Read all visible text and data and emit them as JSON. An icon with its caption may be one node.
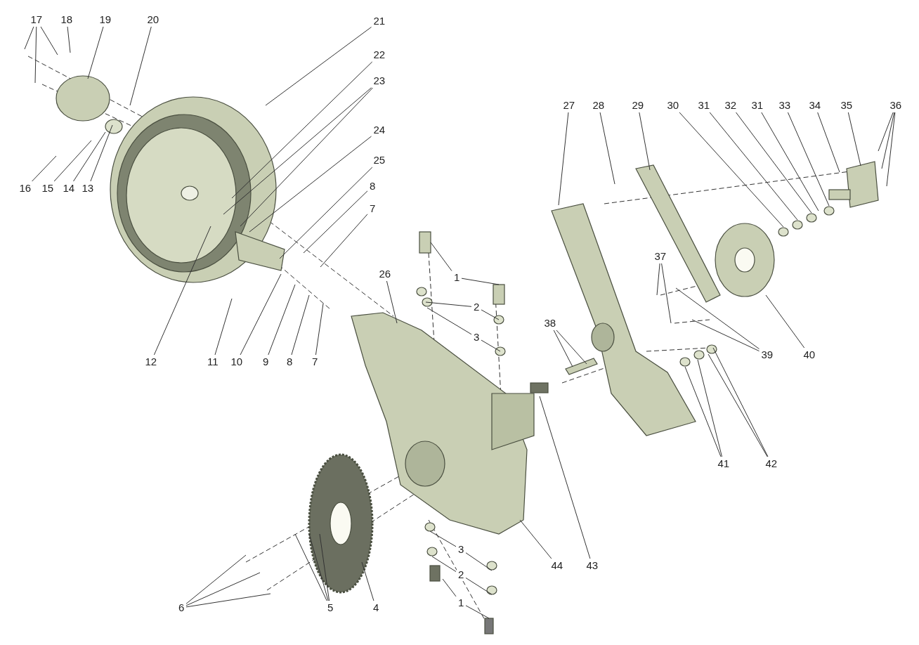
{
  "diagram": {
    "nodes": [
      {
        "text": [
          "17"
        ]
      },
      {
        "text": [
          "18"
        ]
      },
      {
        "text": [
          "19"
        ]
      },
      {
        "text": [
          "20"
        ]
      },
      {
        "text": [
          "21"
        ]
      },
      {
        "text": [
          "22"
        ]
      },
      {
        "text": [
          "23"
        ]
      },
      {
        "text": [
          "24"
        ]
      },
      {
        "text": [
          "25"
        ]
      },
      {
        "text": [
          "8"
        ]
      },
      {
        "text": [
          "7"
        ]
      },
      {
        "text": [
          "27"
        ]
      },
      {
        "text": [
          "28"
        ]
      },
      {
        "text": [
          "29"
        ]
      },
      {
        "text": [
          "30"
        ]
      },
      {
        "text": [
          "31"
        ]
      },
      {
        "text": [
          "32"
        ]
      },
      {
        "text": [
          "31"
        ]
      },
      {
        "text": [
          "33"
        ]
      },
      {
        "text": [
          "34"
        ]
      },
      {
        "text": [
          "35"
        ]
      },
      {
        "text": [
          "36"
        ]
      },
      {
        "text": [
          "16"
        ]
      },
      {
        "text": [
          "15"
        ]
      },
      {
        "text": [
          "14"
        ]
      },
      {
        "text": [
          "13"
        ]
      },
      {
        "text": [
          "26"
        ]
      },
      {
        "text": [
          "1"
        ]
      },
      {
        "text": [
          "37"
        ]
      },
      {
        "text": [
          "2"
        ]
      },
      {
        "text": [
          "3"
        ]
      },
      {
        "text": [
          "38"
        ]
      },
      {
        "text": [
          "12"
        ]
      },
      {
        "text": [
          "11"
        ]
      },
      {
        "text": [
          "10"
        ]
      },
      {
        "text": [
          "9"
        ]
      },
      {
        "text": [
          "8"
        ]
      },
      {
        "text": [
          "7"
        ]
      },
      {
        "text": [
          "39"
        ]
      },
      {
        "text": [
          "40"
        ]
      },
      {
        "text": [
          "41"
        ]
      },
      {
        "text": [
          "42"
        ]
      },
      {
        "text": [
          "3"
        ]
      },
      {
        "text": [
          "2"
        ]
      },
      {
        "text": [
          "1"
        ]
      },
      {
        "text": [
          "44"
        ]
      },
      {
        "text": [
          "43"
        ]
      },
      {
        "text": [
          "6"
        ]
      },
      {
        "text": [
          "5"
        ]
      },
      {
        "text": [
          "4"
        ]
      }
    ],
    "edges": [
      {
        "from": 0,
        "to": null,
        "arrow": "none"
      },
      {
        "from": 0,
        "to": null,
        "arrow": "none"
      },
      {
        "from": 0,
        "to": null,
        "arrow": "none"
      },
      {
        "from": 1,
        "to": null,
        "arrow": "none"
      },
      {
        "from": 2,
        "to": null,
        "arrow": "none"
      },
      {
        "from": 3,
        "to": null,
        "arrow": "none"
      },
      {
        "from": 4,
        "to": null,
        "arrow": "none"
      },
      {
        "from": 5,
        "to": null,
        "arrow": "none"
      },
      {
        "from": 6,
        "to": null,
        "arrow": "none"
      },
      {
        "from": 6,
        "to": null,
        "arrow": "none"
      },
      {
        "from": 7,
        "to": null,
        "arrow": "none"
      },
      {
        "from": 8,
        "to": null,
        "arrow": "none"
      },
      {
        "from": 9,
        "to": null,
        "arrow": "none"
      },
      {
        "from": 10,
        "to": null,
        "arrow": "none"
      },
      {
        "from": 11,
        "to": null,
        "arrow": "none"
      },
      {
        "from": 12,
        "to": null,
        "arrow": "none"
      },
      {
        "from": 13,
        "to": null,
        "arrow": "none"
      },
      {
        "from": 14,
        "to": null,
        "arrow": "none"
      },
      {
        "from": 15,
        "to": null,
        "arrow": "none"
      },
      {
        "from": 16,
        "to": null,
        "arrow": "none"
      },
      {
        "from": 17,
        "to": null,
        "arrow": "none"
      },
      {
        "from": 18,
        "to": null,
        "arrow": "none"
      },
      {
        "from": 19,
        "to": null,
        "arrow": "none"
      },
      {
        "from": 20,
        "to": null,
        "arrow": "none"
      },
      {
        "from": 21,
        "to": null,
        "arrow": "none"
      },
      {
        "from": 21,
        "to": null,
        "arrow": "none"
      },
      {
        "from": 21,
        "to": null,
        "arrow": "none"
      },
      {
        "from": 22,
        "to": null,
        "arrow": "none"
      },
      {
        "from": 23,
        "to": null,
        "arrow": "none"
      },
      {
        "from": 24,
        "to": null,
        "arrow": "none"
      },
      {
        "from": 25,
        "to": null,
        "arrow": "none"
      },
      {
        "from": 26,
        "to": null,
        "arrow": "none"
      },
      {
        "from": 27,
        "to": null,
        "arrow": "none"
      },
      {
        "from": 27,
        "to": null,
        "arrow": "none"
      },
      {
        "from": 28,
        "to": null,
        "arrow": "none"
      },
      {
        "from": 28,
        "to": null,
        "arrow": "none"
      },
      {
        "from": 29,
        "to": null,
        "arrow": "none"
      },
      {
        "from": 29,
        "to": null,
        "arrow": "none"
      },
      {
        "from": 30,
        "to": null,
        "arrow": "none"
      },
      {
        "from": 30,
        "to": null,
        "arrow": "none"
      },
      {
        "from": 31,
        "to": null,
        "arrow": "none"
      },
      {
        "from": 31,
        "to": null,
        "arrow": "none"
      },
      {
        "from": 32,
        "to": null,
        "arrow": "none"
      },
      {
        "from": 33,
        "to": null,
        "arrow": "none"
      },
      {
        "from": 34,
        "to": null,
        "arrow": "none"
      },
      {
        "from": 35,
        "to": null,
        "arrow": "none"
      },
      {
        "from": 36,
        "to": null,
        "arrow": "none"
      },
      {
        "from": 37,
        "to": null,
        "arrow": "none"
      },
      {
        "from": 38,
        "to": null,
        "arrow": "none"
      },
      {
        "from": 38,
        "to": null,
        "arrow": "none"
      },
      {
        "from": 39,
        "to": null,
        "arrow": "none"
      },
      {
        "from": 40,
        "to": null,
        "arrow": "none"
      },
      {
        "from": 40,
        "to": null,
        "arrow": "none"
      },
      {
        "from": 41,
        "to": null,
        "arrow": "none"
      },
      {
        "from": 41,
        "to": null,
        "arrow": "none"
      },
      {
        "from": 42,
        "to": null,
        "arrow": "none"
      },
      {
        "from": 42,
        "to": null,
        "arrow": "none"
      },
      {
        "from": 43,
        "to": null,
        "arrow": "none"
      },
      {
        "from": 43,
        "to": null,
        "arrow": "none"
      },
      {
        "from": 44,
        "to": null,
        "arrow": "none"
      },
      {
        "from": 44,
        "to": null,
        "arrow": "none"
      },
      {
        "from": 45,
        "to": null,
        "arrow": "none"
      },
      {
        "from": 46,
        "to": null,
        "arrow": "none"
      },
      {
        "from": 47,
        "to": null,
        "arrow": "none"
      },
      {
        "from": 47,
        "to": null,
        "arrow": "none"
      },
      {
        "from": 47,
        "to": null,
        "arrow": "none"
      },
      {
        "from": 48,
        "to": null,
        "arrow": "none"
      },
      {
        "from": 48,
        "to": null,
        "arrow": "none"
      },
      {
        "from": 48,
        "to": null,
        "arrow": "none"
      },
      {
        "from": 49,
        "to": null,
        "arrow": "none"
      }
    ]
  }
}
